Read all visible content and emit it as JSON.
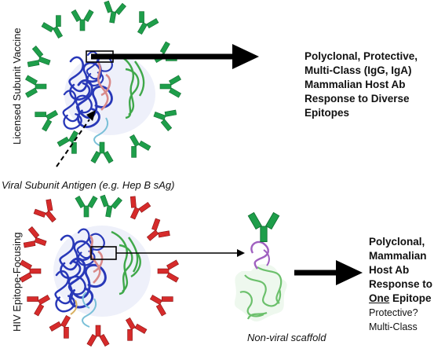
{
  "top": {
    "side_label": "Licensed Subunit Vaccine",
    "result_lines": [
      "Polyclonal, Protective,",
      "Multi-Class (IgG, IgA)",
      "Mammalian Host Ab",
      "Response to Diverse",
      "Epitopes"
    ],
    "antigen_caption": "Viral Subunit Antigen (e.g. Hep B sAg)"
  },
  "bottom": {
    "side_label": "HIV Epitope-Focusing",
    "scaffold_caption": "Non-viral scaffold",
    "result_bold_lines": [
      "Polyclonal,",
      "Mammalian",
      "Host Ab",
      "Response to"
    ],
    "result_one": "One",
    "result_epitope": " Epitope",
    "result_plain_lines": [
      "Protective?",
      "Multi-Class"
    ]
  },
  "colors": {
    "antibody_green": "#1e9e4a",
    "antibody_red": "#d62b2b",
    "protein_blue": "#2838b8",
    "protein_pink": "#d98a8a",
    "protein_green": "#3fa84a",
    "scaffold_green": "#6cc06c",
    "loop_purple": "#a060c0",
    "arrow": "#000000"
  }
}
